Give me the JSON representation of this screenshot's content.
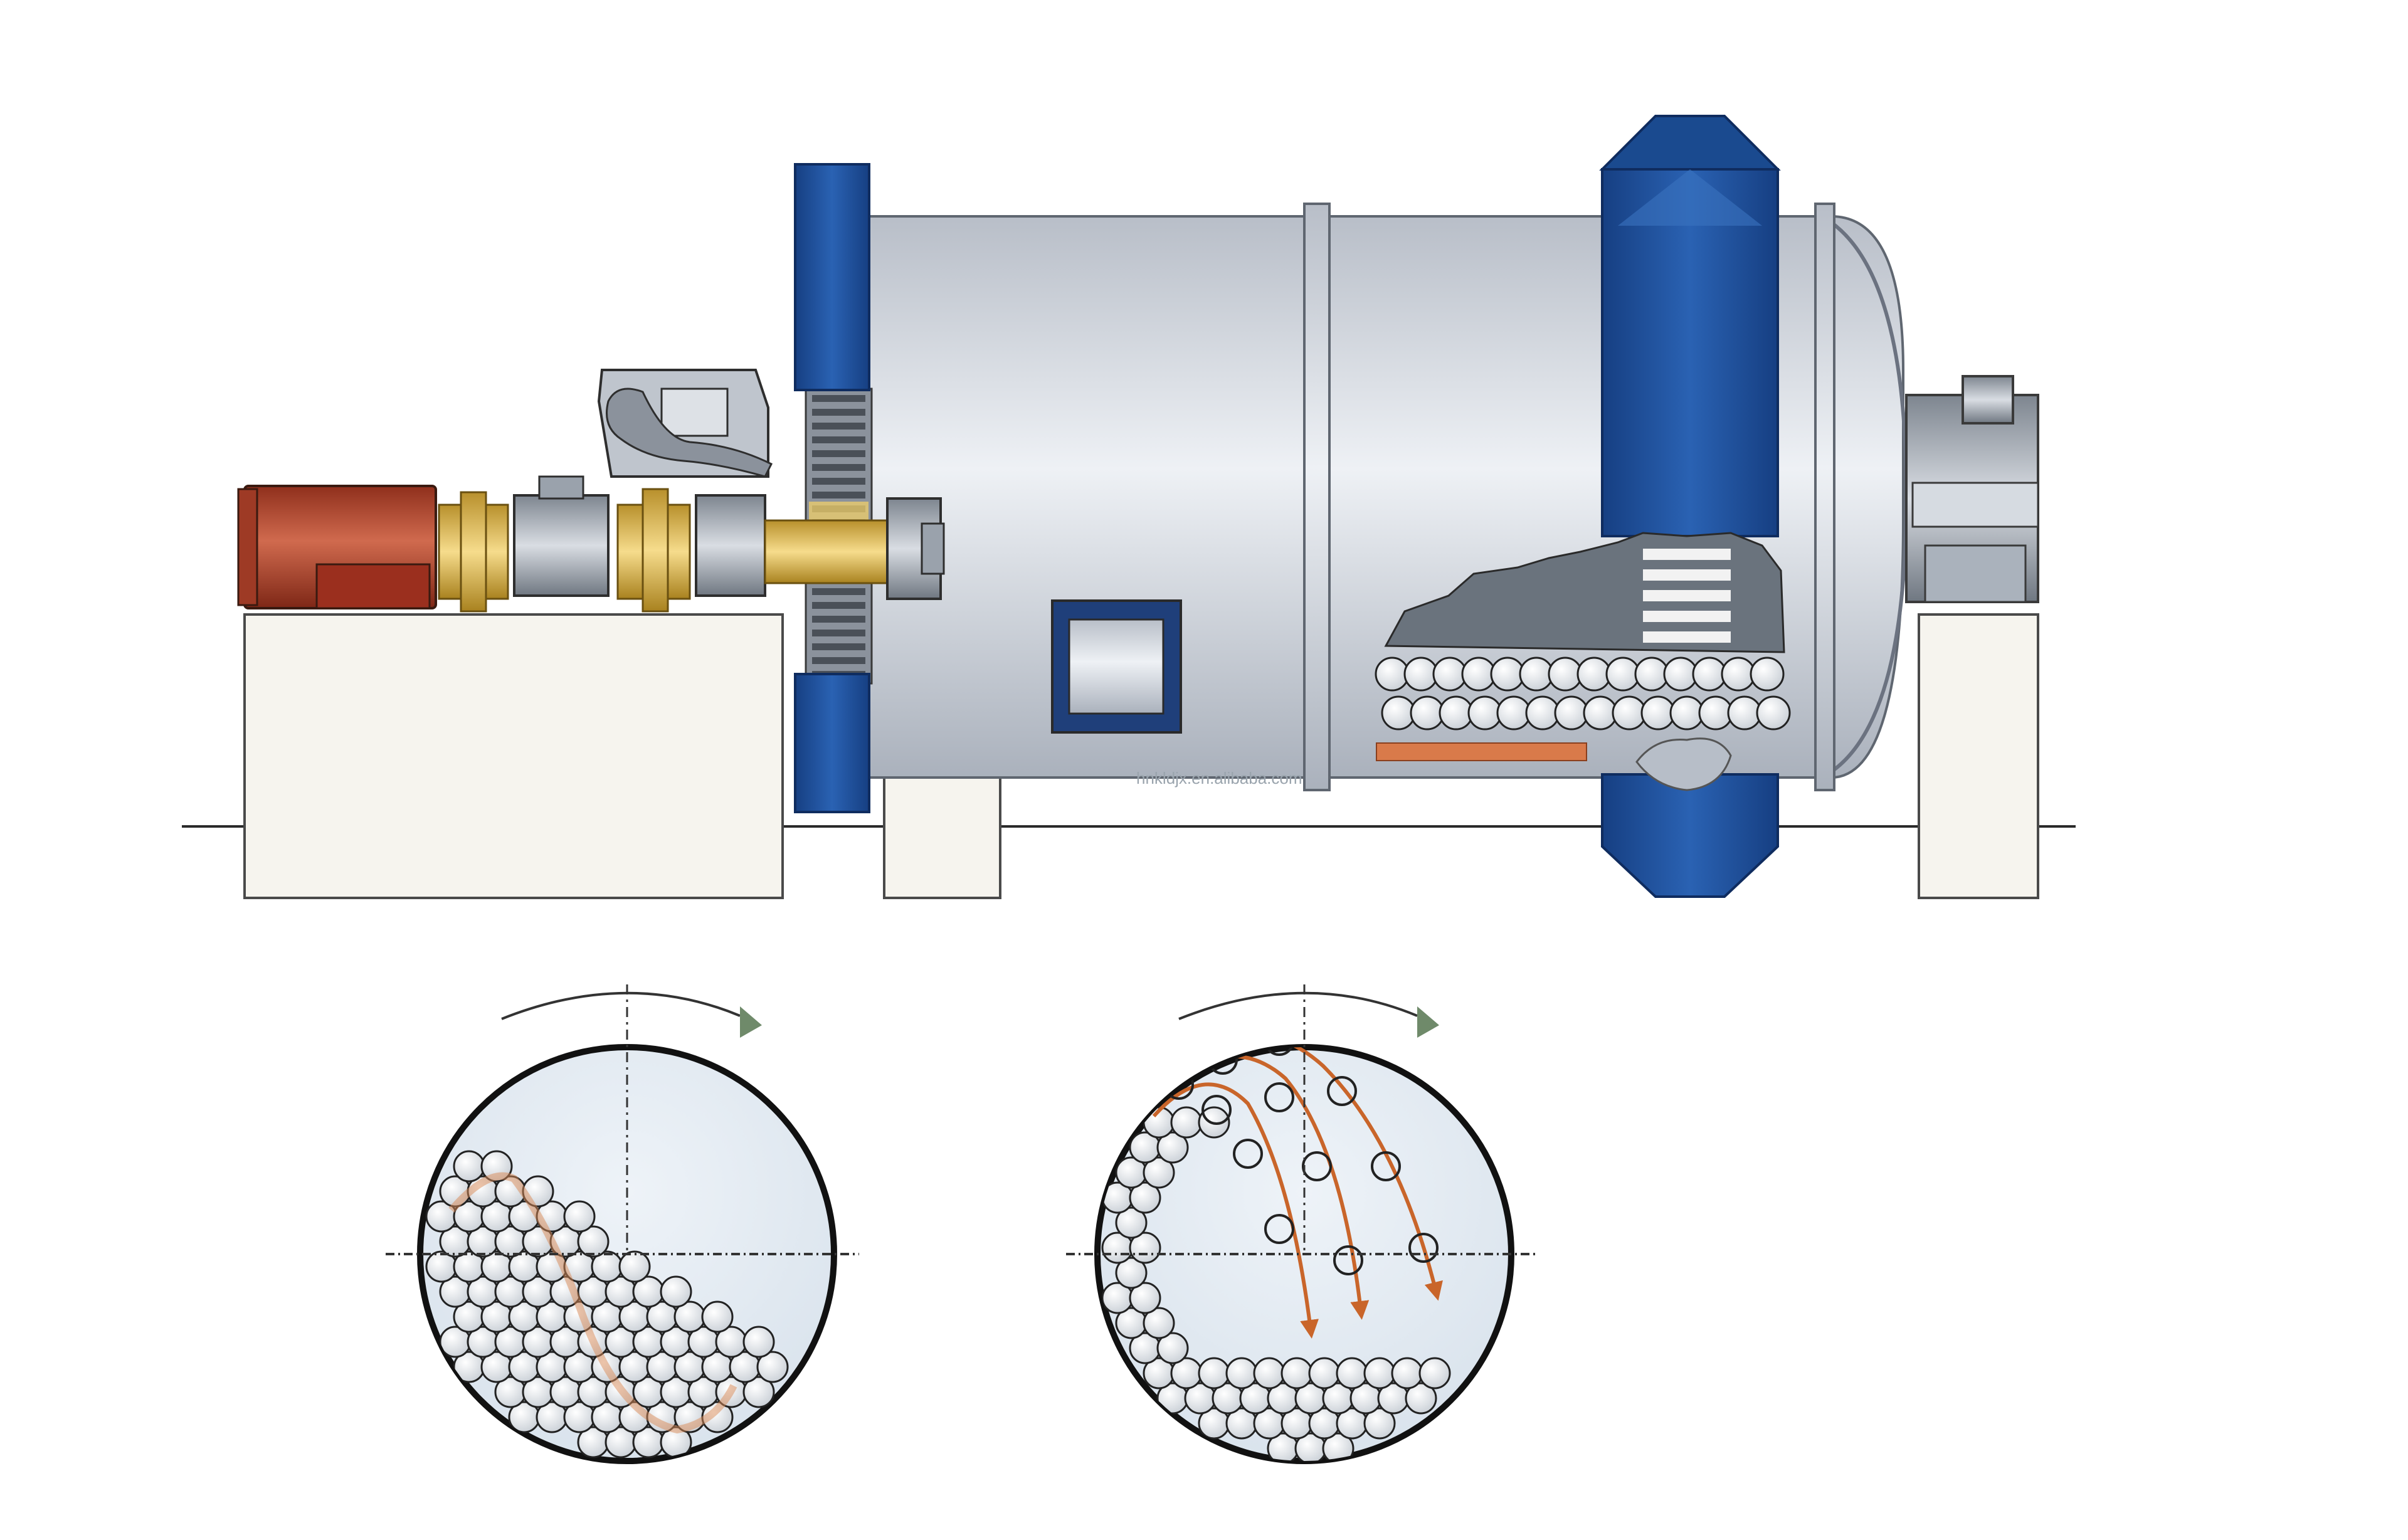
{
  "watermark": "hnkldjx.en.alibaba.com",
  "colors": {
    "shell": "#c9ced6",
    "shell_highlight": "#eef1f5",
    "flange_blue": "#1f4f9a",
    "motor_red": "#b5402a",
    "coupling_yellow": "#e9c25a",
    "pedestal": "#f5f3ec",
    "ball_white": "#f4f6f8",
    "trajectory_orange": "#c9652a",
    "drum_fill": "#e3ebf4"
  },
  "icons": {
    "rotation_arrow_left": "rotation-direction-arrow",
    "rotation_arrow_right": "rotation-direction-arrow"
  }
}
